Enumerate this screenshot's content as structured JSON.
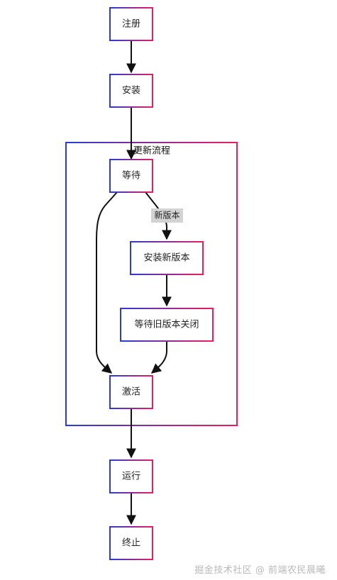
{
  "diagram": {
    "nodes": {
      "register": "注册",
      "install": "安装",
      "wait": "等待",
      "install_new": "安装新版本",
      "wait_old_close": "等待旧版本关闭",
      "activate": "激活",
      "run": "运行",
      "terminate": "终止"
    },
    "group_title": "更新流程",
    "edge_label_new_version": "新版本"
  },
  "watermark": "掘金技术社区 @ 前端农民晨曦",
  "colors": {
    "node_border_start": "#2a3bd6",
    "node_border_end": "#ee1c5b",
    "edge": "#111111",
    "label_bg": "#d3d3d3"
  }
}
